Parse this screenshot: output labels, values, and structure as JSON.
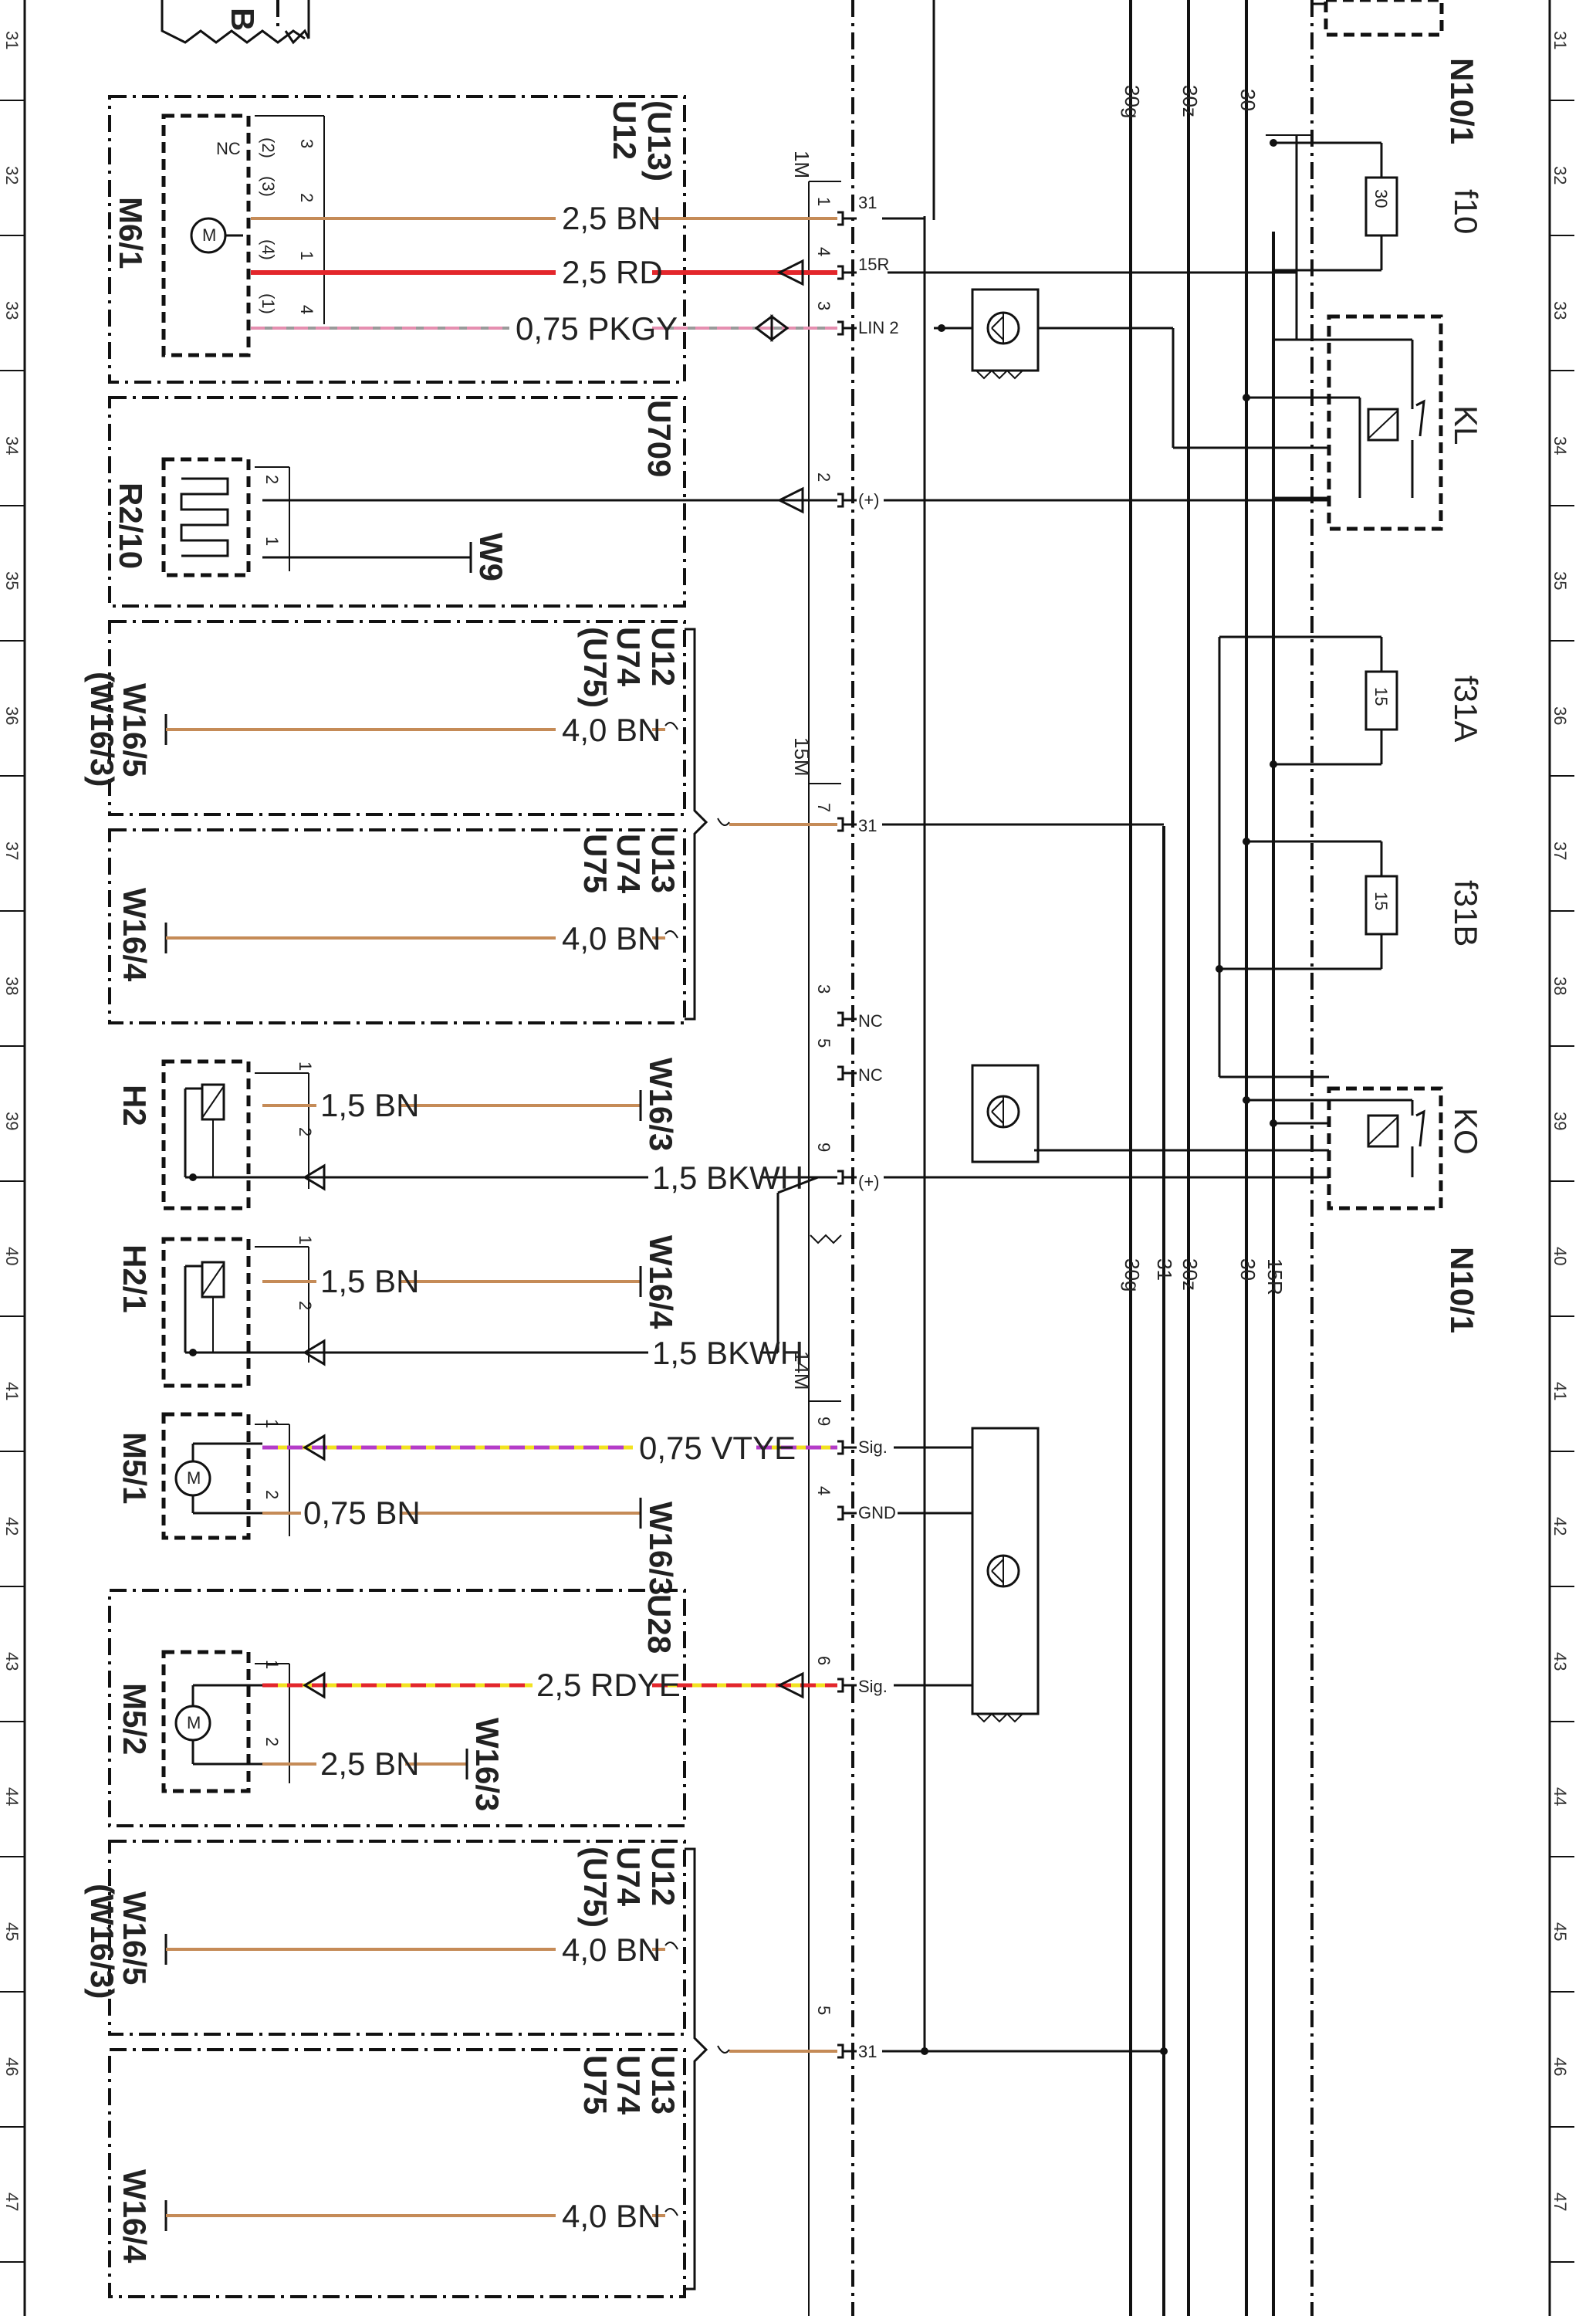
{
  "ruler": {
    "marks": [
      "31",
      "32",
      "33",
      "34",
      "35",
      "36",
      "37",
      "38",
      "39",
      "40",
      "41",
      "42",
      "43",
      "44",
      "45",
      "46",
      "47"
    ]
  },
  "top_fragment": {
    "label": "B"
  },
  "components": {
    "m6_1": {
      "name": "M6/1",
      "module": "U12",
      "module_alt": "(U13)",
      "nc": "NC",
      "pins": [
        "3",
        "2",
        "1",
        "4"
      ],
      "pins_alt": [
        "(2)",
        "(3)",
        "(4)",
        "(1)"
      ]
    },
    "u709": {
      "module": "U709",
      "name": "R2/10",
      "pins": [
        "2",
        "1"
      ],
      "ground": "W9"
    },
    "w16_5a": {
      "name": "W16/5",
      "name_alt": "(W16/3)",
      "modules": [
        "U12",
        "U74",
        "(U75)"
      ]
    },
    "w16_4a": {
      "name": "W16/4",
      "modules": [
        "U13",
        "U74",
        "U75"
      ]
    },
    "h2": {
      "name": "H2",
      "pins": [
        "1",
        "2"
      ],
      "ground": "W16/3"
    },
    "h2_1": {
      "name": "H2/1",
      "pins": [
        "1",
        "2"
      ],
      "ground": "W16/4"
    },
    "m5_1": {
      "name": "M5/1",
      "pins": [
        "1",
        "2"
      ],
      "ground": "W16/3"
    },
    "m5_2": {
      "name": "M5/2",
      "module": "U28",
      "pins": [
        "1",
        "2"
      ],
      "ground": "W16/3"
    },
    "w16_5b": {
      "name": "W16/5",
      "name_alt": "(W16/3)",
      "modules": [
        "U12",
        "U74",
        "(U75)"
      ]
    },
    "w16_4b": {
      "name": "W16/4",
      "modules": [
        "U13",
        "U74",
        "U75"
      ]
    }
  },
  "wires": {
    "w1": "2,5 BN",
    "w2": "2,5 RD",
    "w3": "0,75 PKGY",
    "w4": "4,0 BN",
    "w5": "4,0 BN",
    "w6": "1,5 BN",
    "w7": "1,5 BKWH",
    "w8": "1,5 BN",
    "w9": "1,5 BKWH",
    "w10": "0,75 VTYE",
    "w11": "0,75 BN",
    "w12": "2,5 RDYE",
    "w13": "2,5 BN",
    "w14": "4,0 BN",
    "w15": "4,0 BN"
  },
  "connectors": {
    "c1m": {
      "name": "1M",
      "pins": [
        {
          "num": "1",
          "sig": "31"
        },
        {
          "num": "4",
          "sig": "15R"
        },
        {
          "num": "3",
          "sig": "LIN 2"
        },
        {
          "num": "2",
          "sig": "(+)"
        }
      ]
    },
    "c15m": {
      "name": "15M",
      "pins": [
        {
          "num": "7",
          "sig": "31"
        },
        {
          "num": "3",
          "sig": "NC"
        },
        {
          "num": "5",
          "sig": "NC"
        },
        {
          "num": "9",
          "sig": "(+)"
        }
      ]
    },
    "c14m": {
      "name": "14M",
      "pins": [
        {
          "num": "9",
          "sig": "Sig."
        },
        {
          "num": "4",
          "sig": "GND"
        },
        {
          "num": "6",
          "sig": "Sig."
        },
        {
          "num": "5",
          "sig": "31"
        }
      ]
    }
  },
  "bus": {
    "top": [
      "30g",
      "30z",
      "30"
    ],
    "bottom": [
      "30g",
      "31",
      "30z",
      "30",
      "15R"
    ]
  },
  "n10": {
    "name_top": "N10/1",
    "name_bottom": "N10/1",
    "fuses": [
      {
        "name": "f10",
        "rating": "30"
      },
      {
        "name": "f31A",
        "rating": "15"
      },
      {
        "name": "f31B",
        "rating": "15"
      }
    ],
    "relays": [
      {
        "name": "KL"
      },
      {
        "name": "KO"
      }
    ]
  },
  "colors": {
    "brown": "#c58b57",
    "red": "#e3262b",
    "pink": "#e58fb0",
    "grey": "#9a9a9a",
    "violet": "#b43cc8",
    "yellow": "#f2e220",
    "line": "#111111"
  }
}
